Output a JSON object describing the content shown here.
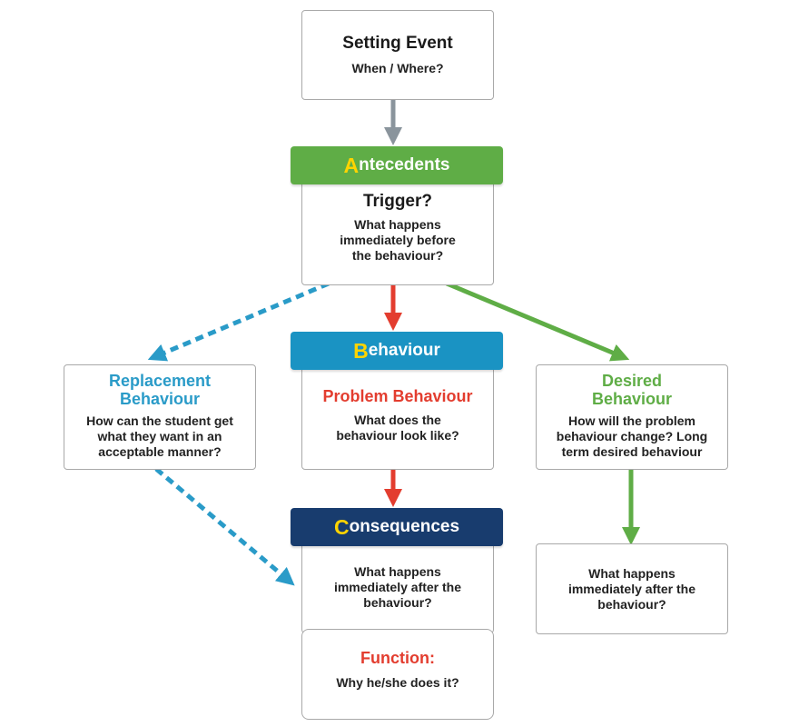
{
  "colors": {
    "green": "#5fad46",
    "teal": "#1a93c3",
    "navy": "#183c6e",
    "red": "#e33d2f",
    "blue_arrow": "#2a9bc8",
    "gray_arrow": "#8a949c",
    "letter_highlight": "#ffd400"
  },
  "setting_event": {
    "title": "Setting Event",
    "subtitle": "When / Where?"
  },
  "antecedents": {
    "header_lead": "A",
    "header_rest": "ntecedents",
    "title": "Trigger?",
    "text": "What happens immediately before the behaviour?"
  },
  "behaviour": {
    "header_lead": "B",
    "header_rest": "ehaviour",
    "title": "Problem Behaviour",
    "text": "What does the behaviour look like?"
  },
  "consequences": {
    "header_lead": "C",
    "header_rest": "onsequences",
    "text": "What happens immediately after the behaviour?"
  },
  "function": {
    "title": "Function:",
    "text": "Why he/she does it?"
  },
  "replacement": {
    "title": "Replacement Behaviour",
    "text": "How can the student get what they want in an acceptable manner?"
  },
  "desired": {
    "title": "Desired Behaviour",
    "text": "How will the problem behaviour change? Long term desired behaviour"
  },
  "desired_result": {
    "text": "What happens immediately after the behaviour?"
  }
}
